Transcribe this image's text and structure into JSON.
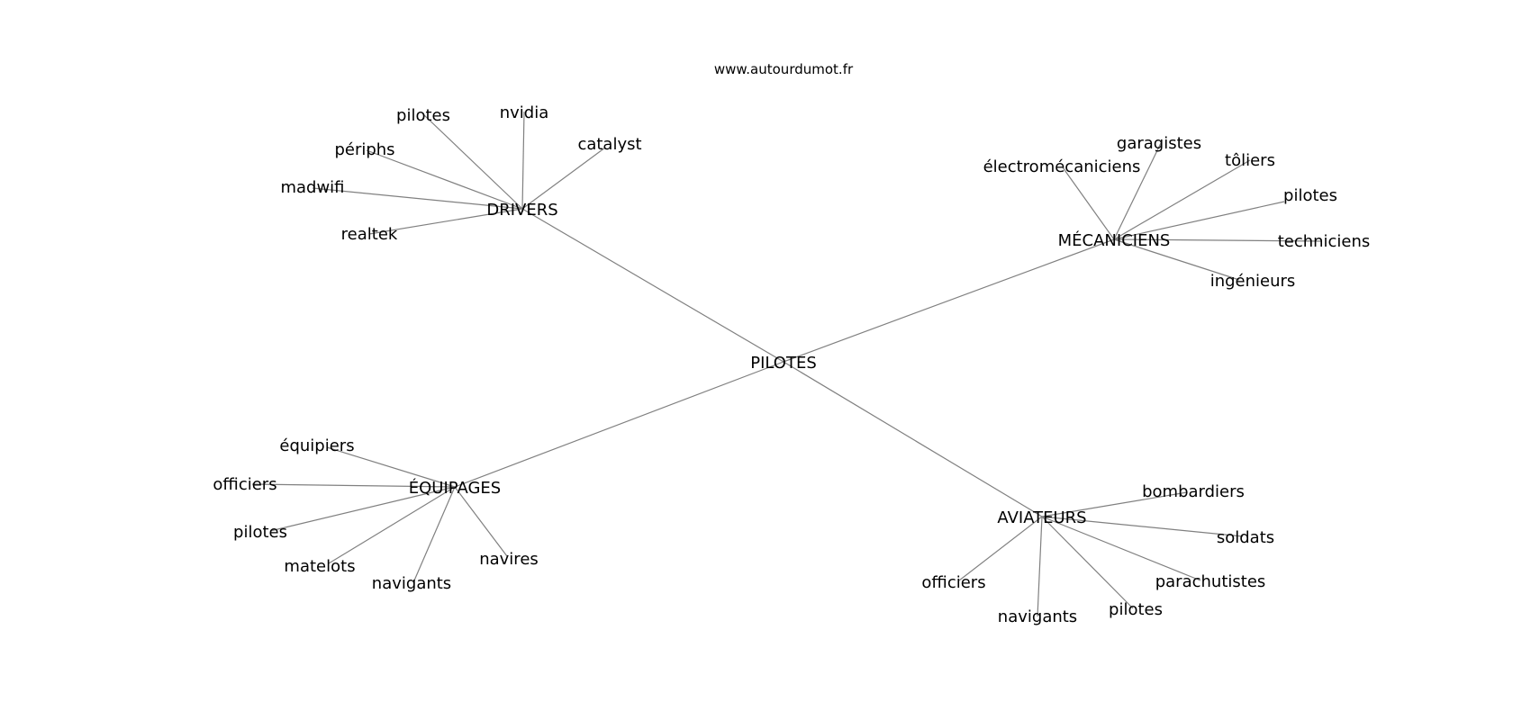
{
  "source": "www.autourdumot.fr",
  "graph": {
    "root": "PILOTES",
    "hubs": [
      {
        "label": "DRIVERS",
        "leaves": [
          "pilotes",
          "nvidia",
          "catalyst",
          "périphs",
          "madwifi",
          "realtek"
        ]
      },
      {
        "label": "MÉCANICIENS",
        "leaves": [
          "garagistes",
          "électromécaniciens",
          "tôliers",
          "pilotes",
          "techniciens",
          "ingénieurs"
        ]
      },
      {
        "label": "ÉQUIPAGES",
        "leaves": [
          "équipiers",
          "officiers",
          "pilotes",
          "matelots",
          "navigants",
          "navires"
        ]
      },
      {
        "label": "AVIATEURS",
        "leaves": [
          "bombardiers",
          "soldats",
          "parachutistes",
          "pilotes",
          "navigants",
          "officiers"
        ]
      }
    ]
  }
}
